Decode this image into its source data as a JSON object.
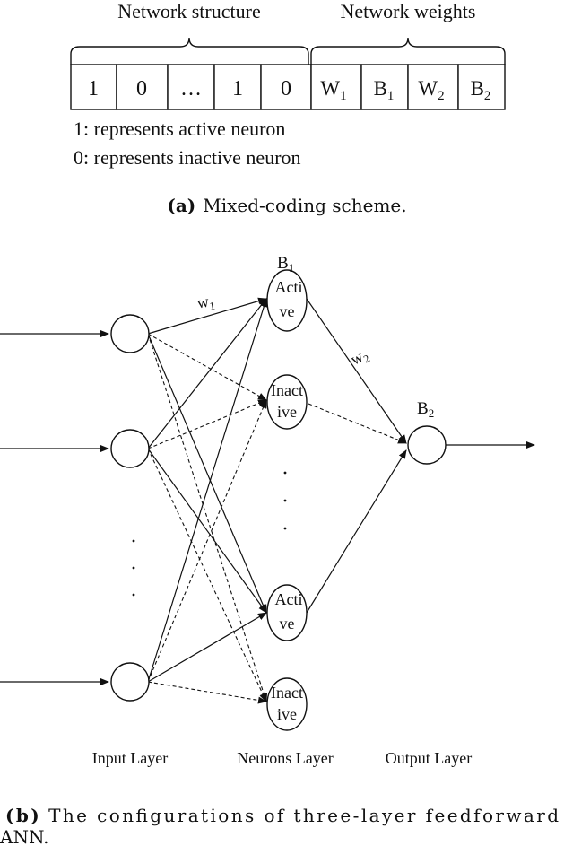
{
  "part_a": {
    "structure_label": "Network structure",
    "weights_label": "Network weights",
    "cells": [
      "1",
      "0",
      "…",
      "1",
      "0"
    ],
    "weight_cells": [
      {
        "base": "W",
        "sub": "1"
      },
      {
        "base": "B",
        "sub": "1"
      },
      {
        "base": "W",
        "sub": "2"
      },
      {
        "base": "B",
        "sub": "2"
      }
    ],
    "legend_active": "1: represents active neuron",
    "legend_inactive": "0: represents inactive neuron",
    "caption_tag": "(a)",
    "caption_text": "Mixed-coding scheme."
  },
  "part_b": {
    "b1": {
      "base": "B",
      "sub": "1"
    },
    "b2": {
      "base": "B",
      "sub": "2"
    },
    "w1": {
      "base": "w",
      "sub": "1"
    },
    "w2": {
      "base": "w",
      "sub": "2"
    },
    "hidden": [
      {
        "line1": "Acti",
        "line2": "ve"
      },
      {
        "line1": "Inact",
        "line2": "ive"
      },
      {
        "line1": "Acti",
        "line2": "ve"
      },
      {
        "line1": "Inact",
        "line2": "ive"
      }
    ],
    "input_layer_label": "Input Layer",
    "neurons_layer_label": "Neurons Layer",
    "output_layer_label": "Output Layer",
    "caption_tag": "(b)",
    "caption_line1": "The configurations of three-layer feedforward",
    "caption_line2": "ANN."
  }
}
